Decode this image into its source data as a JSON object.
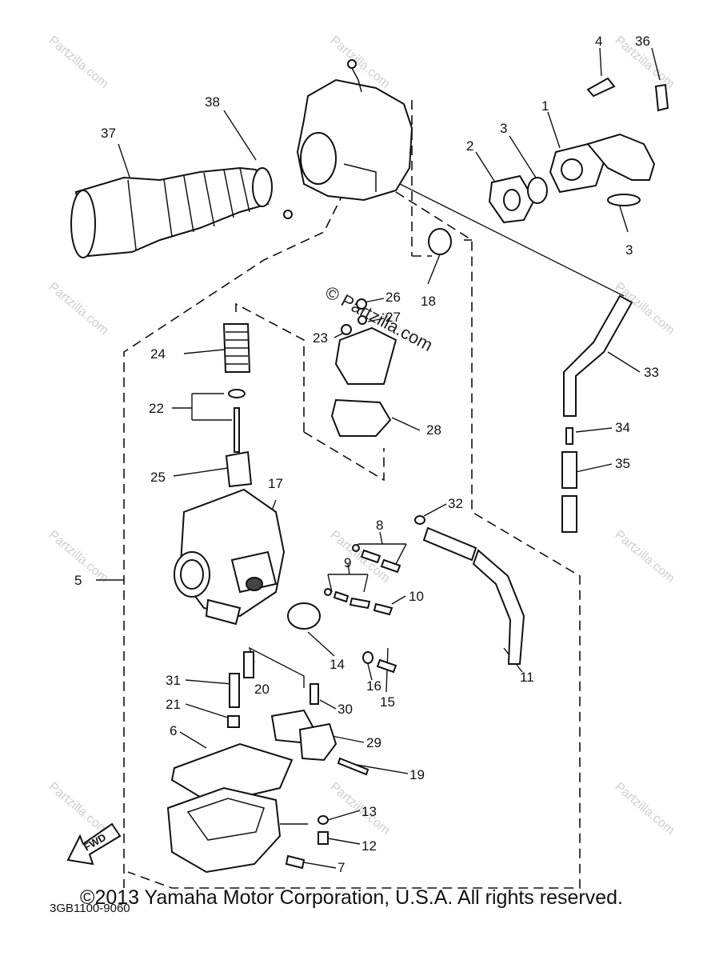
{
  "diagram": {
    "catalog_code": "3GB1100-9060",
    "fwd_label": "FWD",
    "watermark": "Partzilla.com",
    "watermark_center": "© Partzilla.com",
    "callouts": [
      "1",
      "2",
      "3",
      "3",
      "4",
      "5",
      "6",
      "7",
      "8",
      "9",
      "10",
      "11",
      "12",
      "13",
      "14",
      "15",
      "16",
      "17",
      "18",
      "19",
      "20",
      "21",
      "22",
      "23",
      "24",
      "25",
      "26",
      "27",
      "28",
      "29",
      "30",
      "31",
      "32",
      "33",
      "34",
      "35",
      "36",
      "37",
      "38"
    ]
  },
  "footer": {
    "copyright": "©2013 Yamaha Motor Corporation, U.S.A. All rights reserved."
  }
}
